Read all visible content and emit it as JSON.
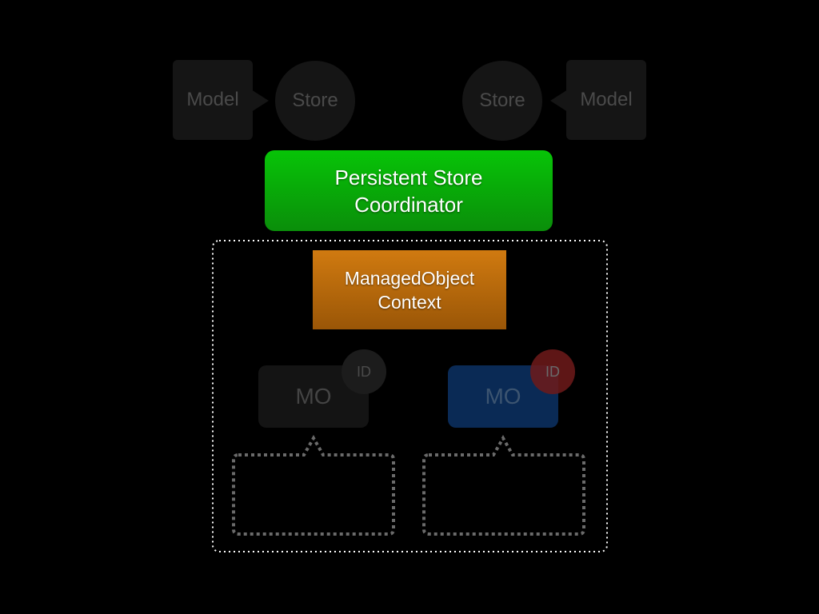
{
  "stores": {
    "left": {
      "model_label": "Model",
      "store_label": "Store"
    },
    "right": {
      "model_label": "Model",
      "store_label": "Store"
    }
  },
  "coordinator": {
    "line1": "Persistent Store",
    "line2": "Coordinator"
  },
  "context": {
    "line1": "ManagedObject",
    "line2": "Context"
  },
  "objects": [
    {
      "label": "MO",
      "badge": "ID",
      "color": "#141414",
      "badge_color": "#1c1c1c"
    },
    {
      "label": "MO",
      "badge": "ID",
      "color": "#0a2a55",
      "badge_color": "#5a1616"
    }
  ],
  "colors": {
    "coordinator": "#09a809",
    "context": "#b8680c",
    "background": "#000000"
  }
}
